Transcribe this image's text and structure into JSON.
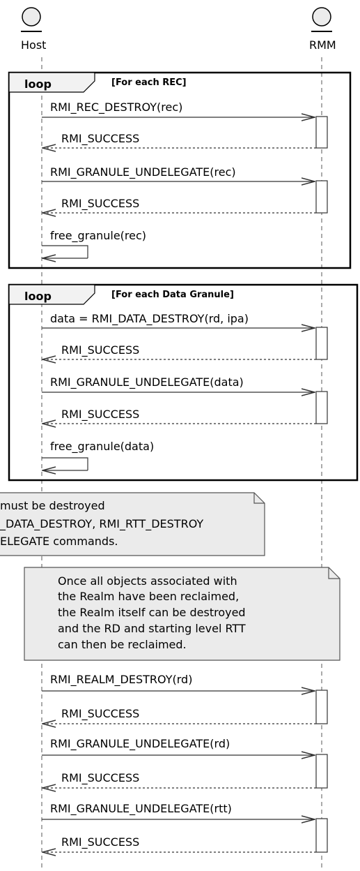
{
  "participants": {
    "host": "Host",
    "rmm": "RMM"
  },
  "loop1": {
    "keyword": "loop",
    "guard": "[For each REC]",
    "messages": [
      {
        "call": "RMI_REC_DESTROY(rec)",
        "reply": "RMI_SUCCESS"
      },
      {
        "call": "RMI_GRANULE_UNDELEGATE(rec)",
        "reply": "RMI_SUCCESS"
      }
    ],
    "self_call": "free_granule(rec)"
  },
  "loop2": {
    "keyword": "loop",
    "guard": "[For each Data Granule]",
    "messages": [
      {
        "call": "data = RMI_DATA_DESTROY(rd, ipa)",
        "reply": "RMI_SUCCESS"
      },
      {
        "call": "RMI_GRANULE_UNDELEGATE(data)",
        "reply": "RMI_SUCCESS"
      }
    ],
    "self_call": "free_granule(data)"
  },
  "note1": {
    "lines": [
      "must be destroyed",
      "_DATA_DESTROY, RMI_RTT_DESTROY",
      "ELEGATE commands."
    ]
  },
  "note2": {
    "lines": [
      "Once all objects associated with",
      "the Realm have been reclaimed,",
      "the Realm itself can be destroyed",
      "and the RD and starting level RTT",
      "can then be reclaimed."
    ]
  },
  "final_messages": [
    {
      "call": "RMI_REALM_DESTROY(rd)",
      "reply": "RMI_SUCCESS"
    },
    {
      "call": "RMI_GRANULE_UNDELEGATE(rd)",
      "reply": "RMI_SUCCESS"
    },
    {
      "call": "RMI_GRANULE_UNDELEGATE(rtt)",
      "reply": "RMI_SUCCESS"
    }
  ]
}
